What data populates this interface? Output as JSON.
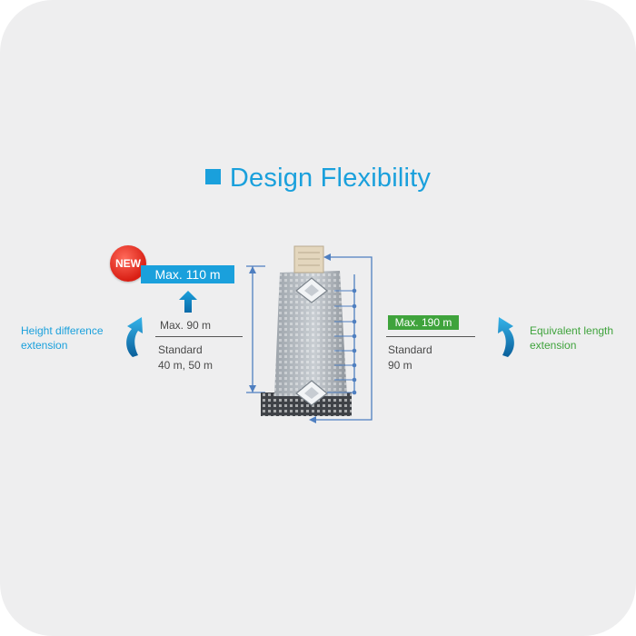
{
  "title": "Design Flexibility",
  "left": {
    "badge": "NEW",
    "max_new": "Max. 110 m",
    "max_old": "Max. 90 m",
    "standard_title": "Standard",
    "standard_value": "40 m, 50 m",
    "label_line1": "Height difference",
    "label_line2": "extension"
  },
  "right": {
    "max_new": "Max. 190 m",
    "standard_title": "Standard",
    "standard_value": "90 m",
    "label_line1": "Equivalent length",
    "label_line2": "extension"
  },
  "colors": {
    "blue": "#1aa0dc",
    "green": "#3fa33c",
    "red_badge": "#d91f14",
    "pipe": "#4f7fc0"
  },
  "icons": {
    "title_marker": "square-bullet-icon",
    "up_arrow": "up-arrow-icon",
    "left_curved_arrow": "curved-arrow-up-icon",
    "right_curved_arrow": "curved-arrow-up-icon",
    "building": "building-illustration",
    "outdoor_unit": "outdoor-unit-icon",
    "indoor_unit": "cassette-unit-icon"
  }
}
